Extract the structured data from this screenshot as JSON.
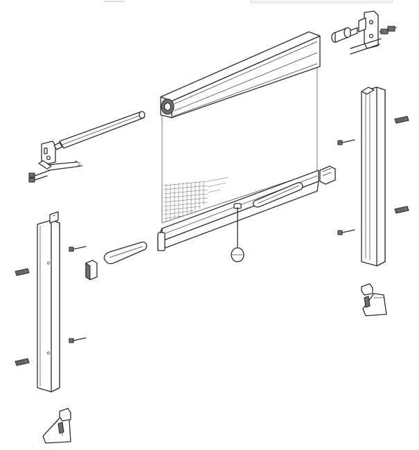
{
  "diagram": {
    "kind": "exploded assembly drawing",
    "colors": {
      "line": "#2b2b2b",
      "fill": "#ffffff",
      "shade": "#d9d9d9",
      "dark": "#6f6f6f"
    },
    "components": [
      {
        "id": "cassette",
        "icon": "roller-cassette"
      },
      {
        "id": "screen-mesh",
        "icon": "mesh-panel"
      },
      {
        "id": "bottom-bar",
        "icon": "bottom-rail"
      },
      {
        "id": "bar-handle",
        "icon": "handle"
      },
      {
        "id": "pull-cord",
        "icon": "cord-with-knob"
      },
      {
        "id": "left-bracket",
        "icon": "mounting-bracket"
      },
      {
        "id": "right-bracket",
        "icon": "mounting-bracket"
      },
      {
        "id": "spacer-bar",
        "icon": "telescopic-rod"
      },
      {
        "id": "end-plug",
        "icon": "cylinder-plug"
      },
      {
        "id": "left-guide-rail",
        "icon": "guide-rail"
      },
      {
        "id": "right-guide-rail",
        "icon": "guide-rail"
      },
      {
        "id": "loose-handle",
        "icon": "handle"
      },
      {
        "id": "left-end-cap",
        "icon": "end-cap"
      },
      {
        "id": "right-end-cap",
        "icon": "end-cap"
      },
      {
        "id": "left-foot-clip",
        "icon": "foot-clip"
      },
      {
        "id": "right-foot-clip",
        "icon": "foot-clip"
      },
      {
        "id": "screws",
        "icon": "screw"
      },
      {
        "id": "wall-plugs",
        "icon": "wall-plug"
      }
    ]
  }
}
